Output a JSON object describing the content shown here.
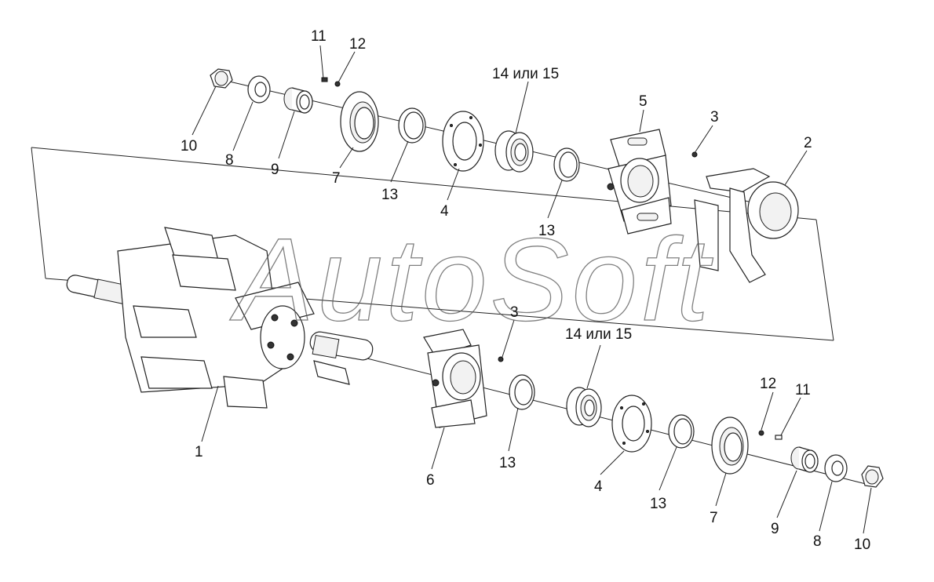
{
  "watermark": "AutoSoft",
  "callouts": [
    {
      "id": "c-11-top",
      "text": "11"
    },
    {
      "id": "c-12-top",
      "text": "12"
    },
    {
      "id": "c-14-top",
      "text": "14 или 15"
    },
    {
      "id": "c-5",
      "text": "5"
    },
    {
      "id": "c-3-top",
      "text": "3"
    },
    {
      "id": "c-2",
      "text": "2"
    },
    {
      "id": "c-10-top",
      "text": "10"
    },
    {
      "id": "c-8-top",
      "text": "8"
    },
    {
      "id": "c-9-top",
      "text": "9"
    },
    {
      "id": "c-7-top",
      "text": "7"
    },
    {
      "id": "c-13-top-a",
      "text": "13"
    },
    {
      "id": "c-4-top",
      "text": "4"
    },
    {
      "id": "c-13-top-b",
      "text": "13"
    },
    {
      "id": "c-3-bot",
      "text": "3"
    },
    {
      "id": "c-14-bot",
      "text": "14 или 15"
    },
    {
      "id": "c-12-bot",
      "text": "12"
    },
    {
      "id": "c-11-bot",
      "text": "11"
    },
    {
      "id": "c-1",
      "text": "1"
    },
    {
      "id": "c-6",
      "text": "6"
    },
    {
      "id": "c-13-bot-a",
      "text": "13"
    },
    {
      "id": "c-4-bot",
      "text": "4"
    },
    {
      "id": "c-13-bot-b",
      "text": "13"
    },
    {
      "id": "c-7-bot",
      "text": "7"
    },
    {
      "id": "c-9-bot",
      "text": "9"
    },
    {
      "id": "c-8-bot",
      "text": "8"
    },
    {
      "id": "c-10-bot",
      "text": "10"
    }
  ]
}
